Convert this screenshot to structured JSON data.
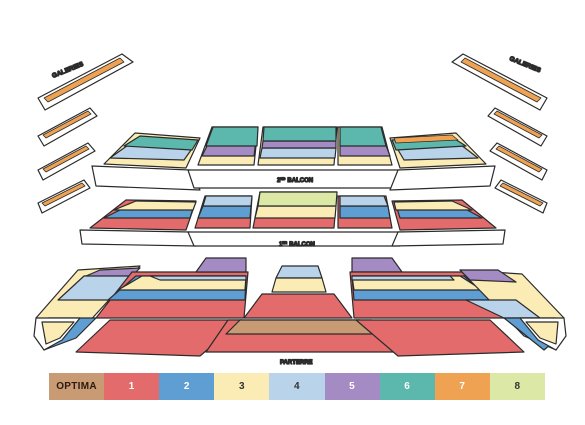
{
  "sections": {
    "galleries_left": "GALERIES",
    "galleries_right": "GALERIES",
    "second_balcony_prefix": "2",
    "second_balcony_sup": "ND",
    "second_balcony_suffix": "BALCON",
    "first_balcony_prefix": "1",
    "first_balcony_sup": "ER",
    "first_balcony_suffix": "BALCON",
    "parterre": "PARTERRE"
  },
  "legend": [
    {
      "label": "OPTIMA",
      "color": "#c99b74"
    },
    {
      "label": "1",
      "color": "#e46b6b"
    },
    {
      "label": "2",
      "color": "#5f9ed3"
    },
    {
      "label": "3",
      "color": "#fbecb5"
    },
    {
      "label": "4",
      "color": "#b9d3ea"
    },
    {
      "label": "5",
      "color": "#a58bc4"
    },
    {
      "label": "6",
      "color": "#5cb8ad"
    },
    {
      "label": "7",
      "color": "#f0a253"
    },
    {
      "label": "8",
      "color": "#dbe8a6"
    }
  ]
}
